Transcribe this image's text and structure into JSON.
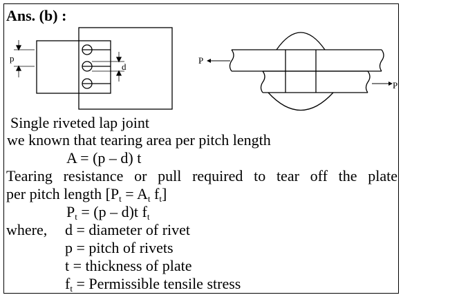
{
  "heading": "Ans. (b) :",
  "diagram_labels": {
    "p_left": "p",
    "d": "d",
    "P_left": "P",
    "P_right": "P"
  },
  "caption": "Single riveted lap joint",
  "line1": "we known that tearing area per pitch length",
  "formula1": "A = (p – d) t",
  "line2": "Tearing resistance or pull required to tear off the plate",
  "line3": {
    "pre": "per pitch length [P",
    "sub1": "t",
    "mid": " = A",
    "sub2": "t",
    "mid2": " f",
    "sub3": "t",
    "post": "]"
  },
  "formula2": {
    "pre": "P",
    "sub1": "t",
    "mid": " = (p – d)t f",
    "sub2": "t"
  },
  "where_label": "where,",
  "defs": {
    "d": "d = diameter of rivet",
    "p": "p = pitch of rivets",
    "t": "t = thickness of plate",
    "f": {
      "pre": "f",
      "sub": "t",
      "post": " = Permissible tensile stress"
    }
  }
}
